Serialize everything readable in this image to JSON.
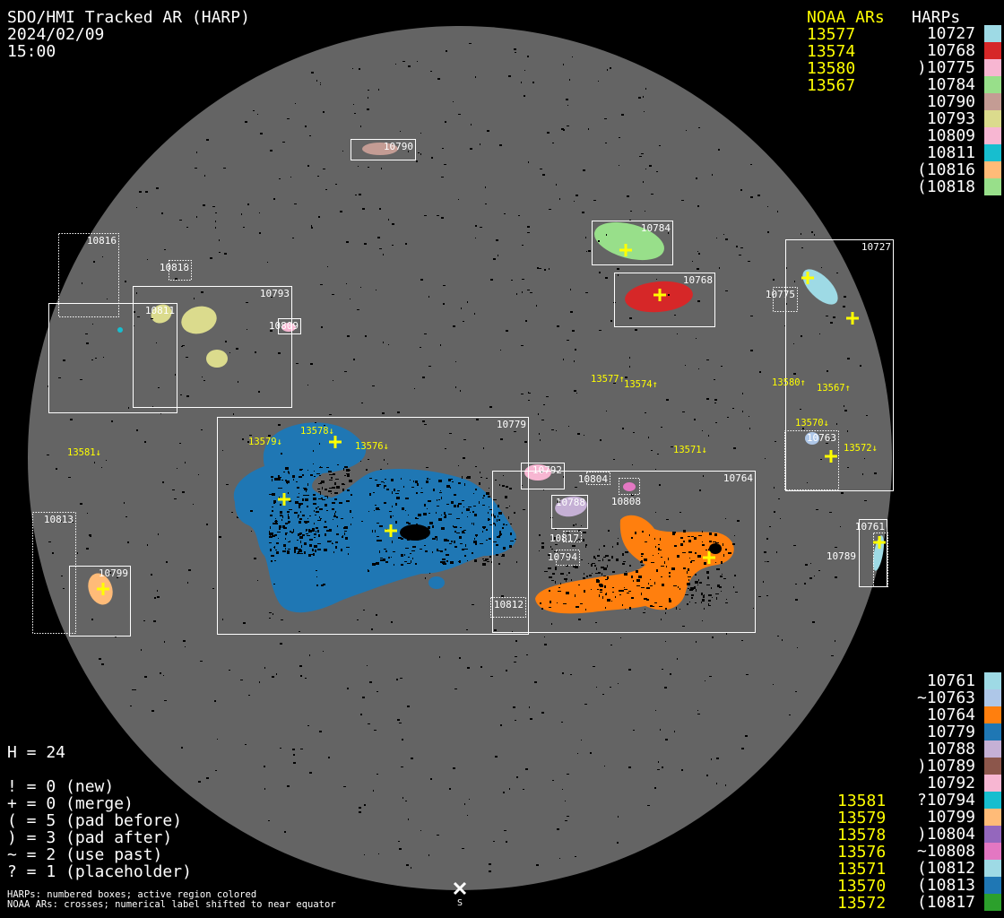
{
  "header": {
    "title": "SDO/HMI Tracked AR (HARP)",
    "date": "2024/02/09",
    "time": "15:00"
  },
  "legend_top": {
    "noaa_heading": "NOAA ARs",
    "harps_heading": "HARPs",
    "noaa": [
      "13577",
      "13574",
      "13580",
      "13567"
    ],
    "harps": [
      {
        "label": "10727",
        "color": "#9edae5"
      },
      {
        "label": "10768",
        "color": "#d62728"
      },
      {
        "label": ")10775",
        "color": "#f7b6d2"
      },
      {
        "label": "10784",
        "color": "#98df8a"
      },
      {
        "label": "10790",
        "color": "#c49c94"
      },
      {
        "label": "10793",
        "color": "#dbdb8d"
      },
      {
        "label": "10809",
        "color": "#f7b6d2"
      },
      {
        "label": "10811",
        "color": "#17becf"
      },
      {
        "label": "(10816",
        "color": "#ffbb78"
      },
      {
        "label": "(10818",
        "color": "#98df8a"
      }
    ]
  },
  "legend_bottom": {
    "noaa": [
      "13581",
      "13579",
      "13578",
      "13576",
      "13571",
      "13570",
      "13572"
    ],
    "harps": [
      {
        "label": "10761",
        "color": "#9edae5"
      },
      {
        "label": "~10763",
        "color": "#aec7e8"
      },
      {
        "label": "10764",
        "color": "#ff7f0e"
      },
      {
        "label": "10779",
        "color": "#1f77b4"
      },
      {
        "label": "10788",
        "color": "#c5b0d5"
      },
      {
        "label": ")10789",
        "color": "#8c564b"
      },
      {
        "label": "10792",
        "color": "#f7b6d2"
      },
      {
        "label": "?10794",
        "color": "#17becf"
      },
      {
        "label": "10799",
        "color": "#ffbb78"
      },
      {
        "label": ")10804",
        "color": "#9467bd"
      },
      {
        "label": "~10808",
        "color": "#e377c2"
      },
      {
        "label": "(10812",
        "color": "#9edae5"
      },
      {
        "label": "(10813",
        "color": "#1f77b4"
      },
      {
        "label": "(10817",
        "color": "#2ca02c"
      }
    ]
  },
  "stats": {
    "h": "H = 24",
    "lines": [
      "! = 0 (new)",
      "+ = 0 (merge)",
      "( = 5 (pad before)",
      ") = 3 (pad after)",
      "~ = 2 (use past)",
      "? = 1 (placeholder)"
    ]
  },
  "footnote": [
    "HARPs: numbered boxes; active region colored",
    "NOAA ARs: crosses; numerical label shifted to near equator"
  ],
  "south_marker": "S",
  "harp_boxes": [
    "10790",
    "10784",
    "10768",
    "10727",
    "10775",
    "10816",
    "10818",
    "10793",
    "10811",
    "10809",
    "10779",
    "10792",
    "10804",
    "10808",
    "10764",
    "10788",
    "10817",
    "10794",
    "10812",
    "10813",
    "10799",
    "10763",
    "10761",
    "10789"
  ],
  "noaa_labels": [
    "13577↑",
    "13574↑",
    "13580↑",
    "13567↑",
    "13581↓",
    "13579↓",
    "13578↓",
    "13576↓",
    "13571↓",
    "13570↓",
    "13572↓"
  ],
  "colors": {
    "disk": "#646464",
    "box": "#ffffff",
    "noaa": "#ffff00"
  }
}
